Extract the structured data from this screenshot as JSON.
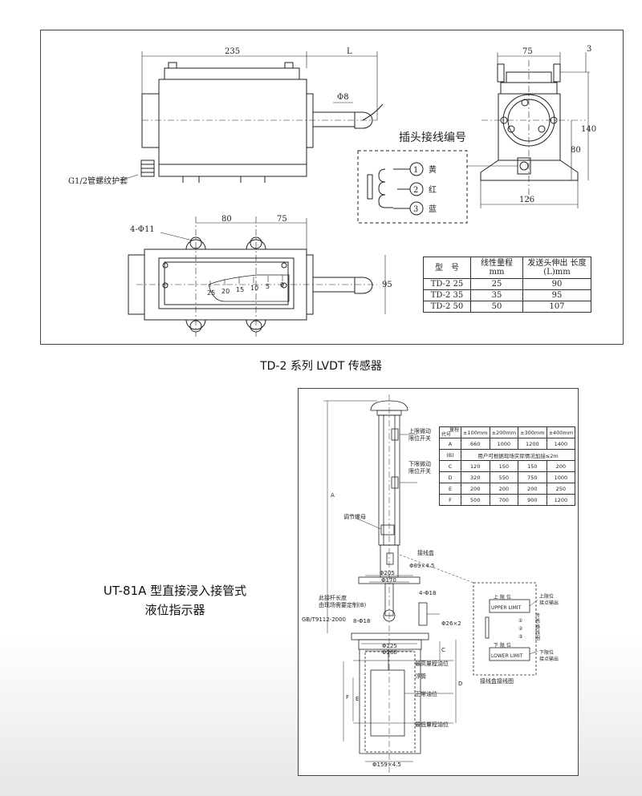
{
  "drawing1": {
    "dims": {
      "length_235": "235",
      "length_L": "L",
      "dim_75_top": "75",
      "dim_3": "3",
      "dim_140": "140",
      "dim_80_right": "80",
      "dim_126": "126",
      "dim_80_bottom": "80",
      "dim_75_bottom": "75",
      "dim_95": "95",
      "phi8": "Φ8",
      "hole_4phi11": "4-Φ11"
    },
    "label_conduit": "G1/2管螺纹护套",
    "plug_title": "插头接线编号",
    "pins": [
      {
        "num": "1",
        "color": "黄"
      },
      {
        "num": "2",
        "color": "红"
      },
      {
        "num": "3",
        "color": "蓝"
      }
    ],
    "scale_labels": [
      "25",
      "20",
      "15",
      "10",
      "5",
      "0"
    ],
    "table": {
      "headers": [
        "型　号",
        "线性量程 mm",
        "发送头伸出 长度(L)mm"
      ],
      "rows": [
        [
          "TD-2 25",
          "25",
          "90"
        ],
        [
          "TD-2 35",
          "35",
          "95"
        ],
        [
          "TD-2 50",
          "50",
          "107"
        ]
      ]
    }
  },
  "caption1": "TD-2 系列 LVDT 传感器",
  "caption2": [
    "UT-81A 型直接浸入接管式",
    "液位指示器"
  ],
  "drawing2": {
    "labels": {
      "upper_switch": [
        "上限微动",
        "限位开关"
      ],
      "lower_switch": [
        "下限微动",
        "限位开关"
      ],
      "adjust_nut": "调节螺母",
      "junction_box": "接线盒",
      "phi89": "Φ89×4.5",
      "phi205": "Φ205",
      "phi170": "Φ170",
      "rod_length": [
        "此接杆长度",
        "由现场需要定制(B)"
      ],
      "four_phi18": "4-Φ18",
      "standard": "GB/T9112-2000",
      "eight_phi18": "8-Φ18",
      "phi26": "Φ26×2",
      "phi225": "Φ225",
      "phi260": "Φ260",
      "max_level": "最高量程油位",
      "float": "浮筒",
      "normal_level": "正常油位",
      "min_level": "最低量程油位",
      "phi159": "Φ159×4.5",
      "wiring_diagram": "接线盒接线图",
      "upper_limit_cn": "上 限 位",
      "upper_limit_en": "UPPER LIMIT",
      "lower_limit_cn": "下 限 位",
      "lower_limit_en": "LOWER LIMIT",
      "upper_contact": [
        "上限位",
        "接点输出"
      ],
      "lower_contact": [
        "下限位",
        "接点输出"
      ],
      "sensor_coil": [
        "传",
        "感",
        "器",
        "线",
        "圈"
      ],
      "pins": [
        "①",
        "②",
        "③"
      ],
      "dim_A": "A",
      "dim_C": "C",
      "dim_D": "D",
      "dim_E": "E",
      "dim_F": "F"
    },
    "table": {
      "header_top": "量程",
      "header_side": "代号",
      "ranges": [
        "±100mm",
        "±200mm",
        "±300mm",
        "±400mm"
      ],
      "rows": [
        {
          "code": "A",
          "values": [
            "660",
            "1000",
            "1200",
            "1400"
          ]
        },
        {
          "code": "(B)",
          "note": "用户可根据现场实际情况加接≤2m"
        },
        {
          "code": "C",
          "values": [
            "120",
            "150",
            "150",
            "200"
          ]
        },
        {
          "code": "D",
          "values": [
            "320",
            "550",
            "750",
            "1000"
          ]
        },
        {
          "code": "E",
          "values": [
            "200",
            "200",
            "200",
            "250"
          ]
        },
        {
          "code": "F",
          "values": [
            "500",
            "700",
            "900",
            "1200"
          ]
        }
      ]
    }
  }
}
